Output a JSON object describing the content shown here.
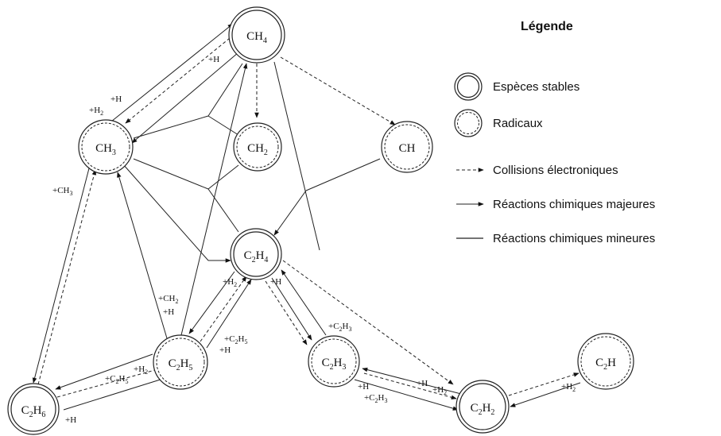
{
  "legend": {
    "title": "Légende",
    "stable": "Espèces stables",
    "radical": "Radicaux",
    "electron": "Collisions électroniques",
    "major": "Réactions chimiques majeures",
    "minor": "Réactions chimiques mineures"
  },
  "nodes": {
    "CH4": {
      "base": "CH",
      "sub": "4",
      "type": "stable"
    },
    "CH3": {
      "base": "CH",
      "sub": "3",
      "type": "radical"
    },
    "CH2": {
      "base": "CH",
      "sub": "2",
      "type": "radical"
    },
    "CH": {
      "base": "CH",
      "sub": "",
      "type": "radical"
    },
    "C2H4": {
      "pre": "C",
      "mid": "2",
      "base": "H",
      "sub": "4",
      "type": "stable"
    },
    "C2H5": {
      "pre": "C",
      "mid": "2",
      "base": "H",
      "sub": "5",
      "type": "radical"
    },
    "C2H3": {
      "pre": "C",
      "mid": "2",
      "base": "H",
      "sub": "3",
      "type": "radical"
    },
    "C2H6": {
      "pre": "C",
      "mid": "2",
      "base": "H",
      "sub": "6",
      "type": "stable"
    },
    "C2H2": {
      "pre": "C",
      "mid": "2",
      "base": "H",
      "sub": "2",
      "type": "stable"
    },
    "C2H": {
      "pre": "C",
      "mid": "2",
      "base": "H",
      "sub": "",
      "type": "radical"
    }
  },
  "reaction_labels": {
    "ch4_ch3_h": "+H",
    "ch3_ch4_h": "+H",
    "ch3_ch4_h2_a": "+H",
    "ch3_ch4_h2_b": "2",
    "ch3_c2h6_a": "+CH",
    "ch3_c2h6_b": "3",
    "c2h5_ch2_a": "+CH",
    "c2h5_ch2_b": "2",
    "c2h5_h": "+H",
    "c2h4_h2_a": "+H",
    "c2h4_h2_b": "2",
    "c2h4_h": "+H",
    "c2h5_c2h5_a": "+C",
    "c2h5_c2h5_b": "2",
    "c2h5_c2h5_c": "H",
    "c2h5_c2h5_d": "5",
    "c2h5_h_b": "+H",
    "c2h3_c2h3_a": "+C",
    "c2h3_c2h3_b": "2",
    "c2h3_c2h3_c": "H",
    "c2h3_c2h3_d": "3",
    "c2h6_c2h5_a": "+C",
    "c2h6_c2h5_b": "2",
    "c2h6_c2h5_c": "H",
    "c2h6_c2h5_d": "5",
    "c2h6_h2_a": "+H",
    "c2h6_h2_b": "2",
    "c2h6_h": "+H",
    "c2h3_h": "+H",
    "c2h3_c2h3b_a": "+C",
    "c2h3_c2h3b_b": "2",
    "c2h3_c2h3b_c": "H",
    "c2h3_c2h3b_d": "3",
    "c2h2_h": "+H",
    "c2h2_h2_a": "+H",
    "c2h2_h2_b": "2",
    "c2h_h2_a": "+H",
    "c2h_h2_b": "2"
  }
}
